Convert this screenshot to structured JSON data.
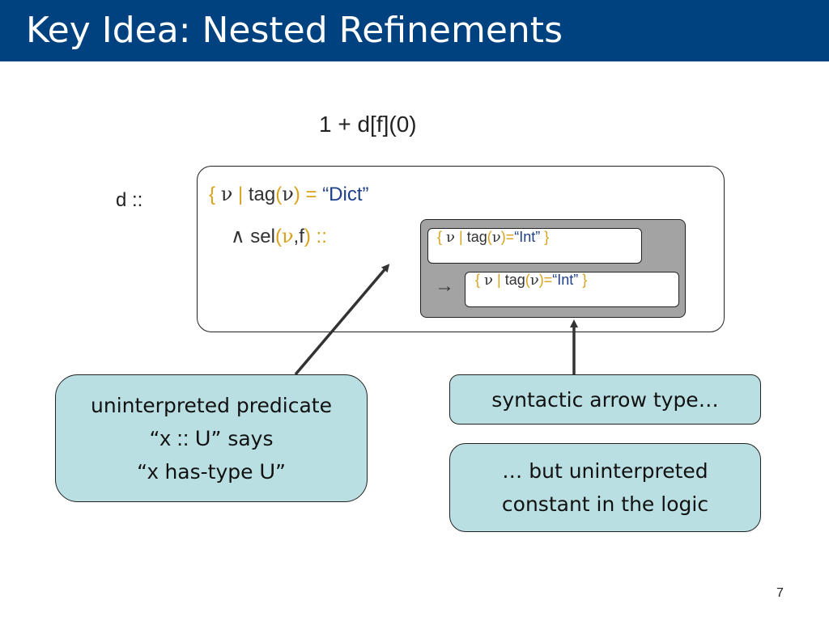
{
  "slide": {
    "title": "Key Idea: Nested Refinements",
    "expression": "1 + d[f](0)",
    "d_label": "d ::",
    "page_number": "7"
  },
  "outer_type": {
    "open_brace": "{",
    "nu": "ν",
    "bar": "|",
    "tag": "tag",
    "lparen": "(",
    "nu2": "ν",
    "rparen": ")",
    "eq": "=",
    "dict": "“Dict”",
    "wedge": "∧",
    "sel": "sel",
    "sel_lparen": "(",
    "sel_nu": "ν",
    "sel_comma_f": ",f",
    "sel_rparen": ")",
    "sel_coloncolon": "::"
  },
  "inner_types": [
    {
      "open": "{",
      "nu": "ν",
      "bar": "|",
      "tag": "tag",
      "lp": "(",
      "nu2": "ν",
      "rp": ")=",
      "val": "“Int”",
      "close": "}"
    },
    {
      "open": "{",
      "nu": "ν",
      "bar": "|",
      "tag": "tag",
      "lp": "(",
      "nu2": "ν",
      "rp": ")=",
      "val": "“Int”",
      "close": "}"
    }
  ],
  "arrow_symbol": "→",
  "callouts": {
    "left": {
      "line1": "uninterpreted predicate",
      "line2_q1": "“",
      "line2_expr": "x :: U",
      "line2_q2": "” says",
      "line3_q1": "“",
      "line3_x": "x",
      "line3_mid": " has-type ",
      "line3_u": "U",
      "line3_q2": "”"
    },
    "right_top": "syntactic arrow type…",
    "right_bottom_line1": "… but uninterpreted",
    "right_bottom_line2": "constant in the logic"
  },
  "colors": {
    "title_bar": "#00427f",
    "callout_fill": "#b9dfe2",
    "gray_box": "#a3a3a3",
    "orange": "#d9a21b",
    "blue": "#1f3f8a"
  }
}
